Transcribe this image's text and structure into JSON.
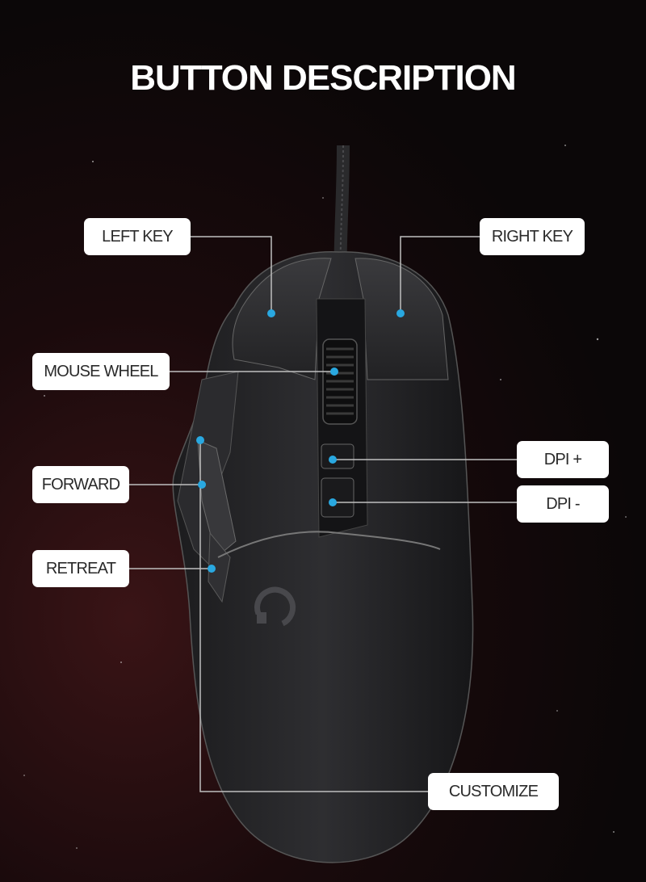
{
  "title": "BUTTON DESCRIPTION",
  "labels": {
    "left_key": "LEFT KEY",
    "right_key": "RIGHT KEY",
    "mouse_wheel": "MOUSE WHEEL",
    "forward": "FORWARD",
    "retreat": "RETREAT",
    "dpi_plus": "DPI +",
    "dpi_minus": "DPI -",
    "customize": "CUSTOMIZE"
  },
  "colors": {
    "dot": "#29a8e0",
    "line": "#bfbfbf",
    "label_bg": "#ffffff",
    "label_text": "#2a2a2a",
    "title": "#ffffff"
  }
}
